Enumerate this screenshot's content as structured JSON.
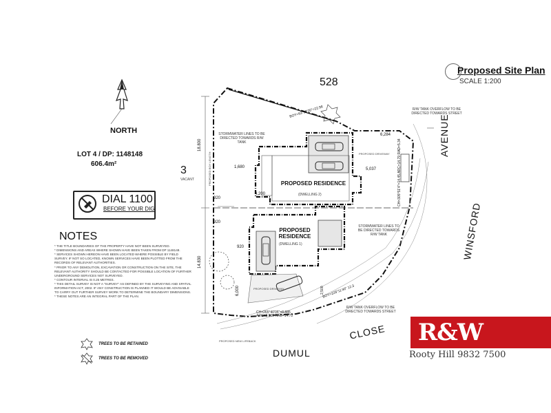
{
  "title": "Proposed Site Plan",
  "scale": "SCALE 1:200",
  "north": "NORTH",
  "lot": {
    "id": "LOT 4 / DP: 1148148",
    "area": "606.4m²"
  },
  "neighbours": {
    "lot3": "3",
    "lot3_sub": "VACANT",
    "lot528": "528"
  },
  "dial": {
    "number": "DIAL 1100",
    "sub": "BEFORE YOUR DIG"
  },
  "notes": {
    "heading": "NOTES",
    "items": [
      "* THE TITLE BOUNDARIES OF THE PROPERTY HAVE NOT BEEN SURVEYED.",
      "* DIMENSIONS AND AREAS WHERE SHOWN HAVE BEEN TAKEN FROM DP 1148148.",
      "* SERVICES SHOWN HEREON HAVE BEEN LOCATED WHERE POSSIBLE BY FIELD SURVEY. IF NOT SO LOCATED, KNOWN SERVICES HAVE BEEN PLOTTED FROM THE RECORDS OF RELEVANT AUTHORITIES.",
      "* PRIOR TO ANY DEMOLITION, EXCAVATION OR CONSTRUCTION ON THE SITE, THE RELEVANT AUTHORITY SHOULD BE CONTACTED FOR POSSIBLE LOCATION OF FURTHER UNDERGROUND SERVICES NOT SURVEYED.",
      "* CONTOUR INTERVAL IS 0.25 METRES.",
      "* THIS DETAIL SURVEY IS NOT A \"SURVEY\" AS DEFINED BY THE SURVEYING AND SPATIAL INFORMATION ACT, 2002. IF ANY CONSTRUCTION IS PLANNED IT WOULD BE ADVISABLE TO CARRY OUT FURTHER SURVEY WORK TO DETERMINE THE BOUNDARY DIMENSIONS.",
      "* THESE NOTES ARE AN INTEGRAL PART OF THE PLAN."
    ]
  },
  "legend": {
    "retained": "TREES TO BE RETAINED",
    "removed": "TREES TO BE REMOVED"
  },
  "dwellings": [
    {
      "label": "PROPOSED RESIDENCE",
      "sub": "(DWELLING 2)"
    },
    {
      "label": "PROPOSED RESIDENCE",
      "sub": "(DWELLING 1)"
    }
  ],
  "stormwater": {
    "top": "STORMWATER LINES TO BE DIRECTED TOWARDS R/W TANK",
    "mid": "STORMWATER LINES TO BE DIRECTED TOWARDS R/W TANK"
  },
  "overflow": {
    "top": "R/W TANK OVERFLOW TO BE DIRECTED TOWARDS STREET",
    "bottom": "R/W TANK OVERFLOW TO BE DIRECTED TOWARDS STREET"
  },
  "dimensions": {
    "top_bearing": "BOY=63°18'20\"=22.98",
    "side_top": "18.800",
    "side_bottom": "14.830",
    "bottom_bearing": "BOY=228°11'40\" 12.3",
    "d1680": "1,680",
    "d4200": "4,200",
    "d5037": "5,037",
    "d6284": "6,284",
    "d920a": "920",
    "d920b": "920",
    "d920c": "920",
    "d6000": "6,000",
    "d2500": "2,500",
    "arc_right": "CH=305°51'4\"=14.45 ARC=14.79 RAD=5.34",
    "arc_bottom": "CH=265°40'05\"=8.885 ARC=9.005 RAD=14.72",
    "proposed_driveway": "PROPOSED DRIVEWAY",
    "proposed_driveway2": "PROPOSED DRIVEWAY",
    "proposed_lifeback": "PROPOSED NEW LIFEBACK",
    "boy_length": "PROPOSED BOY LENGTH"
  },
  "streets": {
    "avenue": "AVENUE",
    "winsford": "WINSFORD",
    "close": "CLOSE",
    "dumul": "DUMUL"
  },
  "branding": {
    "logo": "R&W",
    "line": "Rooty Hill  9832 7500"
  },
  "icons": [
    "north-arrow-icon",
    "no-dig-icon",
    "tree-retained-icon",
    "tree-removed-icon",
    "car-icon"
  ]
}
